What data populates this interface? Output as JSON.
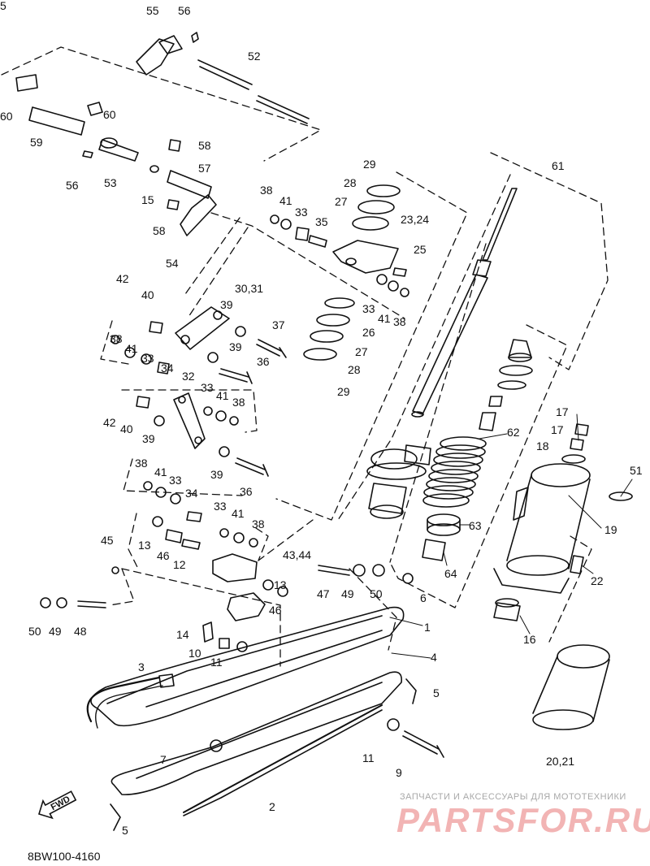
{
  "diagram": {
    "code": "8BW100-4160",
    "fwd_label": "FWD",
    "watermark": {
      "tagline": "ЗАПЧАСТИ И АКСЕССУАРЫ ДЛЯ МОТОТЕХНИКИ",
      "brand": "PARTSFOR.RU"
    },
    "labels": [
      "55",
      "56",
      "52",
      "60",
      "60",
      "59",
      "56",
      "53",
      "58",
      "57",
      "15",
      "58",
      "54",
      "29",
      "61",
      "28",
      "27",
      "23,24",
      "25",
      "38",
      "41",
      "33",
      "35",
      "42",
      "40",
      "30,31",
      "39",
      "37",
      "33",
      "41",
      "38",
      "26",
      "27",
      "28",
      "29",
      "38",
      "41",
      "33",
      "34",
      "32",
      "39",
      "36",
      "33",
      "41",
      "38",
      "42",
      "40",
      "39",
      "39",
      "62",
      "17",
      "17",
      "18",
      "51",
      "38",
      "41",
      "33",
      "34",
      "36",
      "33",
      "41",
      "38",
      "45",
      "13",
      "46",
      "12",
      "43,44",
      "47",
      "49",
      "50",
      "13",
      "46",
      "63",
      "19",
      "22",
      "64",
      "6",
      "50",
      "49",
      "48",
      "1",
      "14",
      "10",
      "11",
      "3",
      "4",
      "5",
      "16",
      "5",
      "11",
      "9",
      "7",
      "2",
      "20,21",
      "5"
    ]
  }
}
